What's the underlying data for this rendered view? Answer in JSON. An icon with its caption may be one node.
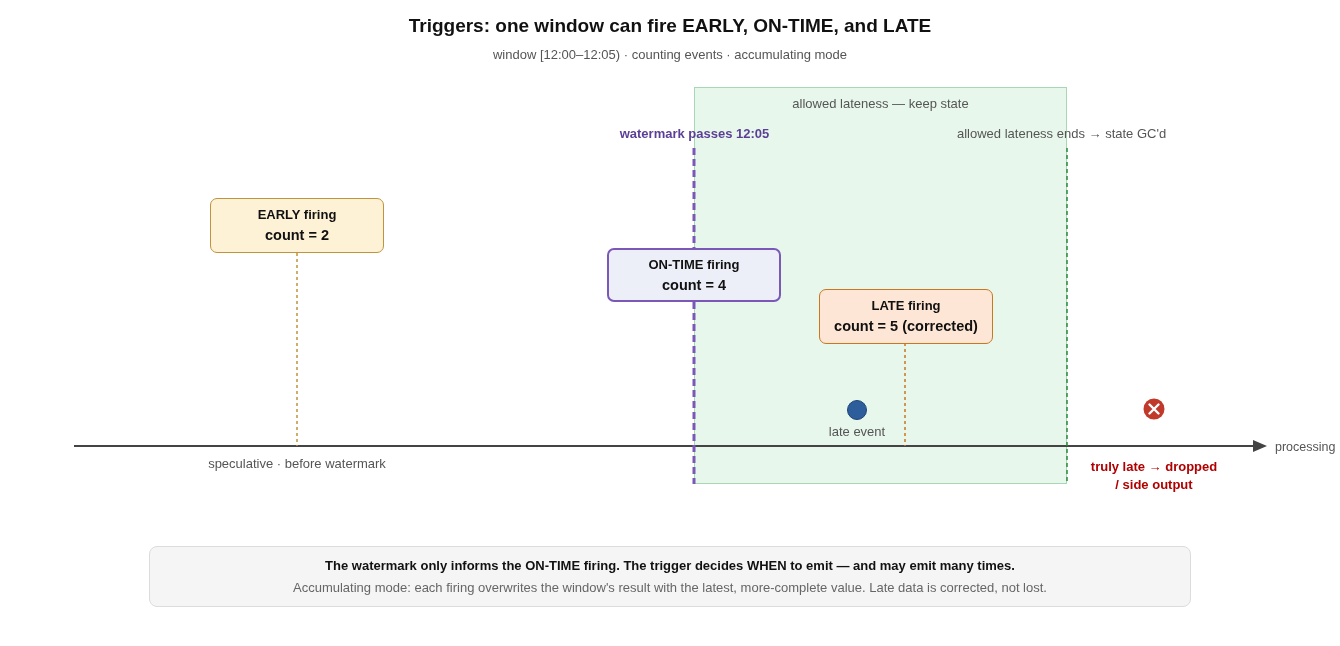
{
  "diagram": {
    "title": "Triggers: one window can fire EARLY, ON-TIME, and LATE",
    "nodes": [
      {
        "text": [
          "allowed lateness — keep state"
        ]
      },
      {
        "text": [
          "EARLY firing",
          "count = 2"
        ]
      },
      {
        "text": [
          "ON-TIME firing",
          "count = 4"
        ]
      },
      {
        "text": [
          "LATE firing",
          "count = 5 (corrected)"
        ],
        "in": 0
      },
      {
        "text": [],
        "shape": "circle",
        "in": 0,
        "beside": [
          "late event"
        ]
      },
      {
        "text": [
          "The watermark only informs the ON-TIME firing. The trigger decides WHEN to emit — and may emit many times.",
          "Accumulating mode: each firing overwrites the window's result with the latest, more-complete value. Late data is corrected, not lost."
        ]
      }
    ],
    "edges": [
      {
        "from": 1,
        "to": null,
        "arrow": "none",
        "style": "dashed",
        "color": "#c0933d"
      },
      {
        "from": 3,
        "to": null,
        "arrow": "none",
        "style": "dashed",
        "color": "#c9781f"
      }
    ],
    "labels": [
      "window [12:00–12:05) · counting events · accumulating mode",
      "watermark passes 12:05",
      "allowed lateness ends → state GC'd",
      "speculative · before watermark",
      "processing",
      "truly late → dropped / side output"
    ]
  }
}
